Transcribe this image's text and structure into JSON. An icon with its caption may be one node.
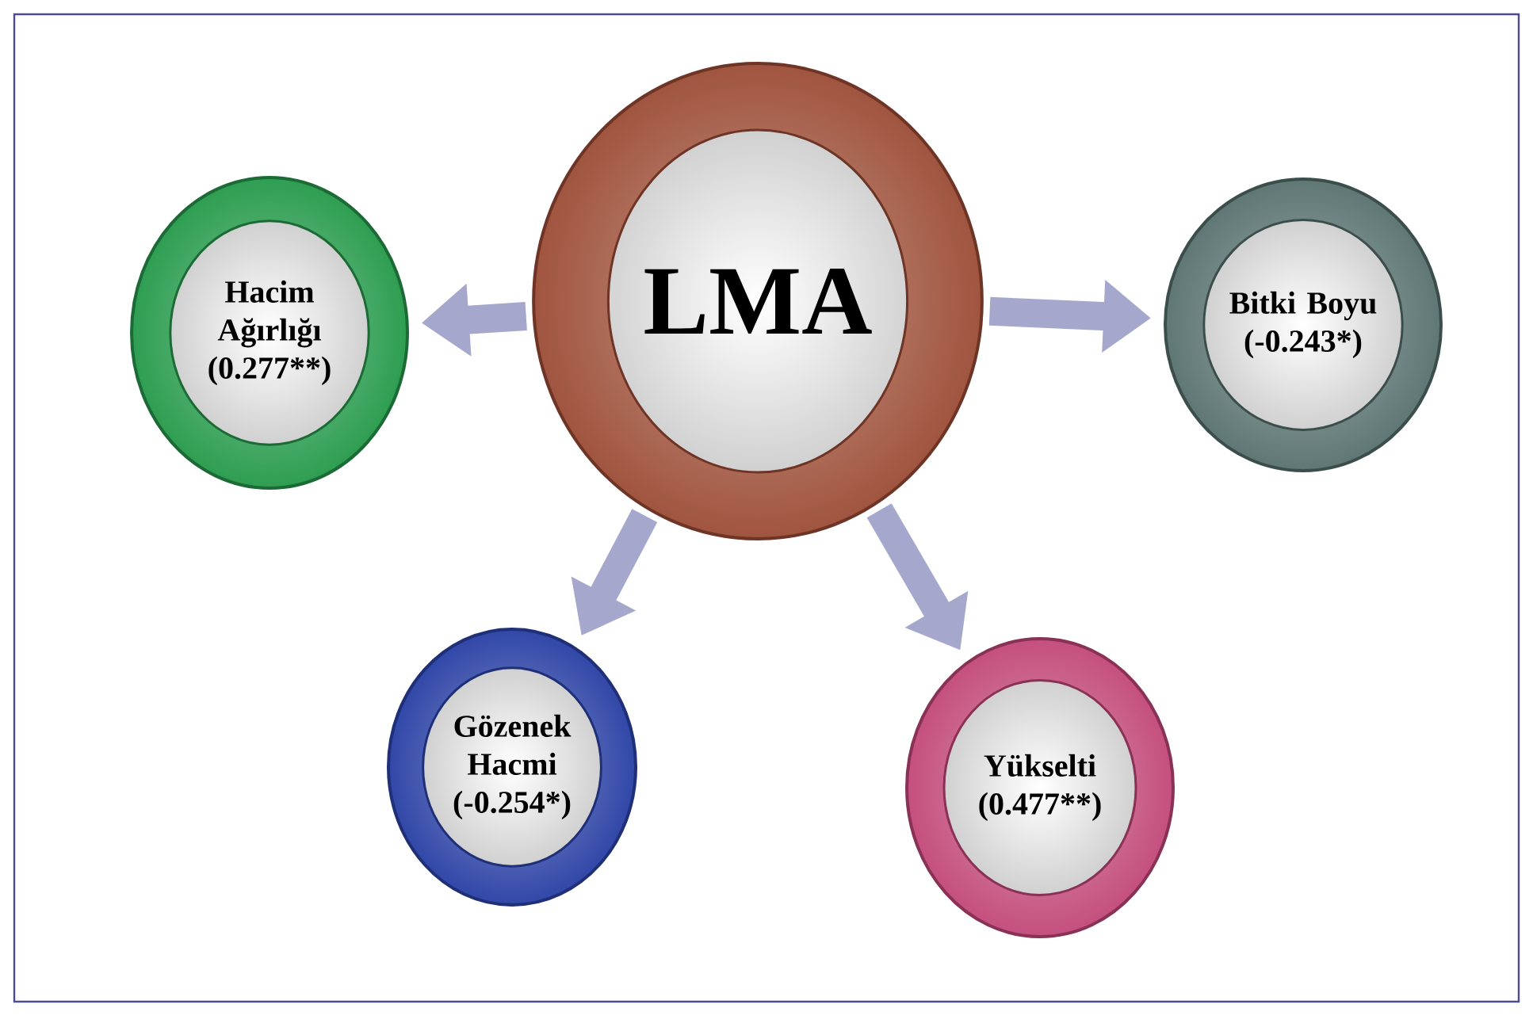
{
  "diagram": {
    "nodes": [
      {
        "text": [
          "LMA"
        ]
      },
      {
        "text": [
          "Hacim Ağırlığı",
          "(0.277**)"
        ]
      },
      {
        "text": [
          "Bitki Boyu",
          "(-0.243*)"
        ]
      },
      {
        "text": [
          "Gözenek Hacmi",
          "(-0.254*)"
        ]
      },
      {
        "text": [
          "Yükselti",
          "(0.477**)"
        ]
      }
    ],
    "edges": [
      {
        "from": 0,
        "to": 1,
        "arrow": "to"
      },
      {
        "from": 0,
        "to": 2,
        "arrow": "to"
      },
      {
        "from": 0,
        "to": 3,
        "arrow": "to"
      },
      {
        "from": 0,
        "to": 4,
        "arrow": "to"
      }
    ]
  }
}
